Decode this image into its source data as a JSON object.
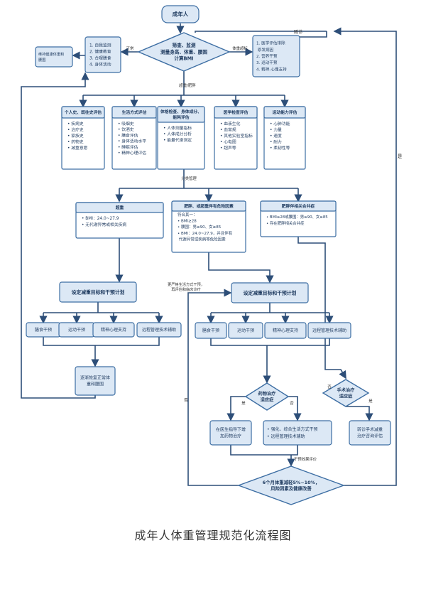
{
  "caption": "成年人体重管理规范化流程图",
  "colors": {
    "box_fill": "#dce8f5",
    "box_stroke": "#3d6ea3",
    "dark_fill": "#2e5a8c",
    "line": "#2d4e78",
    "text": "#1e3a5f"
  },
  "nodes": {
    "start": "成年人",
    "screen": [
      "筛查、监测",
      "测量身高、体重、腰围",
      "计算BMI"
    ],
    "left_care": [
      "1. 自我监测",
      "2. 健康教育",
      "3. 合理膳食",
      "4. 身体活动"
    ],
    "maintain": [
      "维持健康体重和",
      "腰围"
    ],
    "right_care": [
      "1. 医学评估排除",
      "   原发病因",
      "2. 营养干预",
      "3. 运动干预",
      "4. 精神-心理支持"
    ],
    "eval1_title": [
      "个人史、既往史评估"
    ],
    "eval1_items": [
      "• 疾病史",
      "• 治疗史",
      "• 家族史",
      "• 药物史",
      "• 减重意愿"
    ],
    "eval2_title": [
      "生活方式评估"
    ],
    "eval2_items": [
      "• 吸烟史",
      "• 饮酒史",
      "• 膳食评估",
      "• 身体活动水平",
      "• 睡眠评估",
      "• 精神心理评估"
    ],
    "eval3_title": [
      "体格检查、身体成分、",
      "能耗评估"
    ],
    "eval3_items": [
      "• 人体测量指标",
      "• 人体成分分析",
      "• 能量代谢测定"
    ],
    "eval4_title": [
      "医学检查评估"
    ],
    "eval4_items": [
      "• 血液生化",
      "• 血常规",
      "• 其他实验室指标",
      "• 心电图",
      "• 超声等"
    ],
    "eval5_title": [
      "运动能力评估"
    ],
    "eval5_items": [
      "• 心肺功能",
      "• 力量",
      "• 速度",
      "• 耐力",
      "• 柔韧性等"
    ],
    "over_title": [
      "超重"
    ],
    "over_items": [
      "• BMI：24.0~27.9",
      "• 无代谢异常或相关疾病"
    ],
    "obese_title": [
      "肥胖、或超重伴有危险因素"
    ],
    "obese_items": [
      "符合其一：",
      "• BMI≥28",
      "• 腰围：男≥90、女≥85",
      "• BMI：24.0~27.9，并且伴有",
      "  代谢异常或疾病等危险因素"
    ],
    "comor_title": [
      "肥胖伴相关合并症"
    ],
    "comor_items": [
      "• BMI≥28或腰围：男≥90、女≥85",
      "• 存在肥胖相关合并症"
    ],
    "plan_left": "设定减重目标和干预计划",
    "plan_right": "设定减重目标和干预计划",
    "int_diet": "膳食干预",
    "int_exercise": "运动干预",
    "int_mental": "精神心理支持",
    "int_remote": "远程管理技术辅助",
    "strengthen": "强化、综合 生活方式干预",
    "recover": [
      "逐渐恢复正常体",
      "重和腰围"
    ],
    "drug_diamond": [
      "药物治疗",
      "适应症"
    ],
    "surgery_diamond": [
      "手术治疗",
      "适应症"
    ],
    "drug_box": [
      "在医生指导下增",
      "加药物治疗"
    ],
    "life_box": [
      "• 强化、综合生活方式干预",
      "• 远程管理技术辅助"
    ],
    "surgery_box": [
      "转诊手术减重",
      "治疗咨询评估"
    ],
    "final_diamond": [
      "6个月体重减轻5%~10%，",
      "风险因素及健康改善"
    ]
  },
  "labels": {
    "normal": "正常",
    "over_limit": "体重超标",
    "overweight_obese": "超重/肥胖",
    "refer": "随诊",
    "stratify": "分类管理",
    "stricter": [
      "更严格生活方式干预，",
      "再评估和临床诊疗"
    ],
    "yes": "是",
    "no": "否",
    "yes_right": "是",
    "no_right": "否",
    "effect_eval": "干预效果评价",
    "yes_tall": "是",
    "no_left": "否"
  }
}
